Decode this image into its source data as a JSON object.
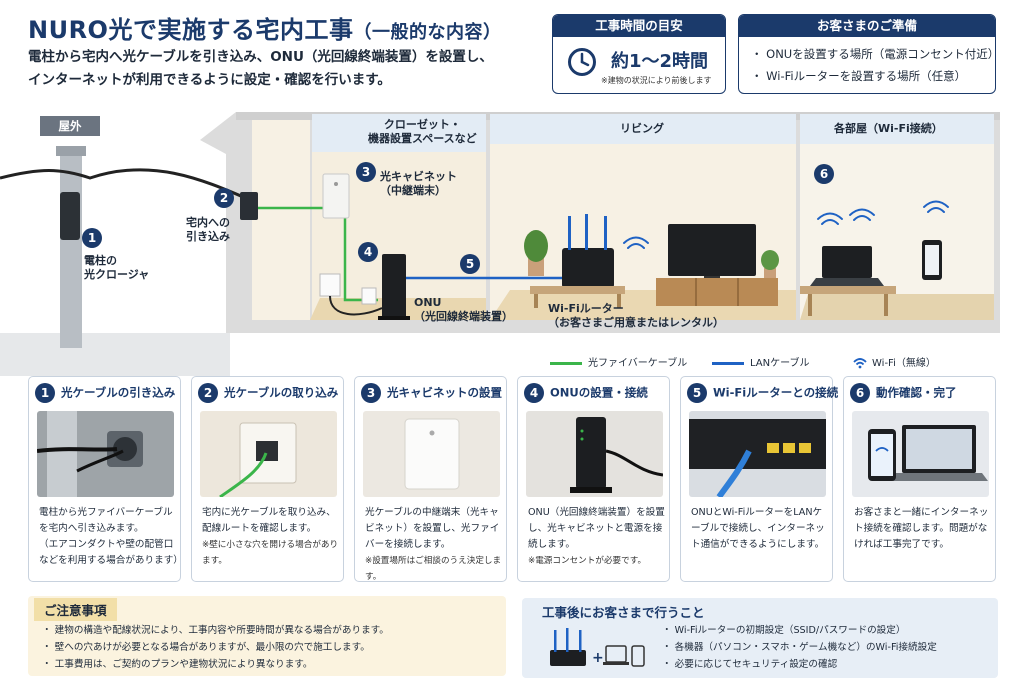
{
  "header": {
    "title": "NURO光で実施する宅内工事",
    "title_sub": "（一般的な内容）",
    "desc_line1": "電柱から宅内へ光ケーブルを引き込み、ONU（光回線終端装置）を設置し、",
    "desc_line2": "インターネットが利用できるように設定・確認を行います。"
  },
  "time_box": {
    "heading": "工事時間の目安",
    "value": "約1〜2時間",
    "note": "※建物の状況により前後します"
  },
  "prep_box": {
    "heading": "お客さまのご準備",
    "items": [
      "・ ONUを設置する場所（電源コンセント付近）",
      "・ Wi-Fiルーターを設置する場所（任意）"
    ]
  },
  "scene": {
    "outdoor": "屋外",
    "closet_l1": "クローゼット・",
    "closet_l2": "機器設置スペースなど",
    "living": "リビング",
    "rooms": "各部屋（Wi-Fi接続）",
    "pole_l1": "電柱の",
    "pole_l2": "光クロージャ",
    "indoor_l1": "宅内への",
    "indoor_l2": "引き込み",
    "cabinet_l1": "光キャビネット",
    "cabinet_l2": "（中継端末）",
    "onu_l1": "ONU",
    "onu_l2": "（光回線終端装置）",
    "router_l1": "Wi-Fiルーター",
    "router_l2": "（お客さまご用意またはレンタル）",
    "nums": [
      "1",
      "2",
      "3",
      "4",
      "5",
      "6"
    ]
  },
  "legend": {
    "fiber": "光ファイバーケーブル",
    "lan": "LANケーブル",
    "wifi": "Wi-Fi（無線）"
  },
  "colors": {
    "navy": "#1b3a6b",
    "fiber": "#3bb54a",
    "lan": "#1f62c4",
    "wall": "#f5eedf",
    "floor": "#e9d7b0"
  },
  "steps": [
    {
      "num": "1",
      "title": "光ケーブルの引き込み",
      "text": "電柱から光ファイバーケーブルを宅内へ引き込みます。",
      "note": "（エアコンダクトや壁の配管口などを利用する場合があります）"
    },
    {
      "num": "2",
      "title": "光ケーブルの取り込み",
      "text": "宅内に光ケーブルを取り込み、配線ルートを確認します。",
      "note": "※壁に小さな穴を開ける場合があります。"
    },
    {
      "num": "3",
      "title": "光キャビネットの設置",
      "text": "光ケーブルの中継端末（光キャビネット）を設置し、光ファイバーを接続します。",
      "note": "※設置場所はご相談のうえ決定します。"
    },
    {
      "num": "4",
      "title": "ONUの設置・接続",
      "text": "ONU（光回線終端装置）を設置し、光キャビネットと電源を接続します。",
      "note": "※電源コンセントが必要です。"
    },
    {
      "num": "5",
      "title": "Wi-Fiルーターとの接続",
      "text": "ONUとWi-FiルーターをLANケーブルで接続し、インターネット通信ができるようにします。",
      "note": ""
    },
    {
      "num": "6",
      "title": "動作確認・完了",
      "text": "お客さまと一緒にインターネット接続を確認します。問題がなければ工事完了です。",
      "note": ""
    }
  ],
  "caution": {
    "heading": "ご注意事項",
    "items": [
      "・ 建物の構造や配線状況により、工事内容や所要時間が異なる場合があります。",
      "・ 壁への穴あけが必要となる場合がありますが、最小限の穴で施工します。",
      "・ 工事費用は、ご契約のプランや建物状況により異なります。"
    ]
  },
  "after": {
    "heading": "工事後にお客さまで行うこと",
    "items": [
      "・ Wi-Fiルーターの初期設定（SSID/パスワードの設定）",
      "・ 各機器（パソコン・スマホ・ゲーム機など）のWi-Fi接続設定",
      "・ 必要に応じてセキュリティ設定の確認"
    ]
  }
}
